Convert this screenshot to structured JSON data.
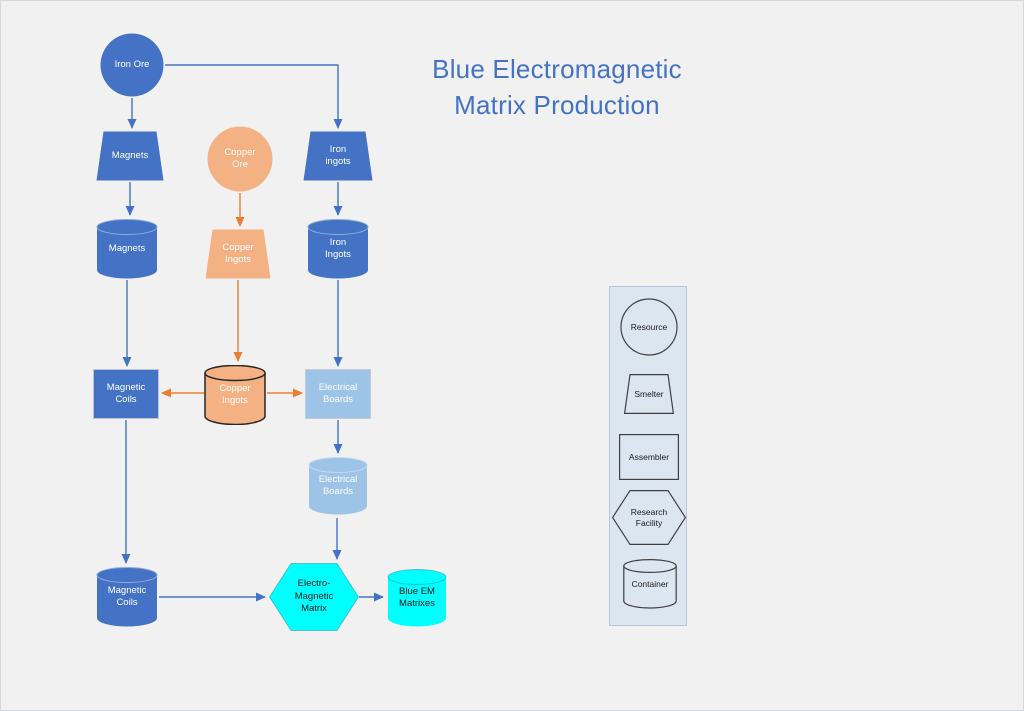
{
  "title": {
    "text": "Blue Electromagnetic\nMatrix Production"
  },
  "palette": {
    "node_blue": "#4472C4",
    "node_light_blue": "#9DC3E6",
    "node_orange": "#F4B183",
    "node_cyan": "#00FFFF",
    "arrow_blue": "#4472C4",
    "arrow_orange": "#ED7D31",
    "legend_background": "#DCE6F1",
    "canvas_background": "#F1F1F2",
    "title_text": "#4472C4"
  },
  "nodes": {
    "iron_ore": {
      "label": "Iron Ore",
      "type": "resource"
    },
    "magnets_smelter": {
      "label": "Magnets",
      "type": "smelter"
    },
    "copper_ore": {
      "label": "Copper\nOre",
      "type": "resource"
    },
    "iron_ingots_smelter": {
      "label": "Iron\ningots",
      "type": "smelter"
    },
    "magnets_container": {
      "label": "Magnets",
      "type": "container"
    },
    "copper_ingots_smelter": {
      "label": "Copper\nIngots",
      "type": "smelter"
    },
    "iron_ingots_container": {
      "label": "Iron\nIngots",
      "type": "container"
    },
    "magnetic_coils_assembler": {
      "label": "Magnetic\nCoils",
      "type": "assembler"
    },
    "copper_ingots_container": {
      "label": "Copper\nIngots",
      "type": "container"
    },
    "electrical_boards_assembler": {
      "label": "Electrical\nBoards",
      "type": "assembler"
    },
    "electrical_boards_container": {
      "label": "Electrical\nBoards",
      "type": "container"
    },
    "magnetic_coils_container": {
      "label": "Magnetic\nCoils",
      "type": "container"
    },
    "em_matrix": {
      "label": "Electro-\nMagnetic\nMatrix",
      "type": "research_facility"
    },
    "blue_em_container": {
      "label": "Blue EM\nMatrixes",
      "type": "container"
    }
  },
  "legend": {
    "items": [
      {
        "label": "Resource",
        "shape": "circle"
      },
      {
        "label": "Smelter",
        "shape": "trapezoid"
      },
      {
        "label": "Assembler",
        "shape": "rectangle"
      },
      {
        "label": "Research\nFacility",
        "shape": "hexagon"
      },
      {
        "label": "Container",
        "shape": "cylinder"
      }
    ]
  }
}
